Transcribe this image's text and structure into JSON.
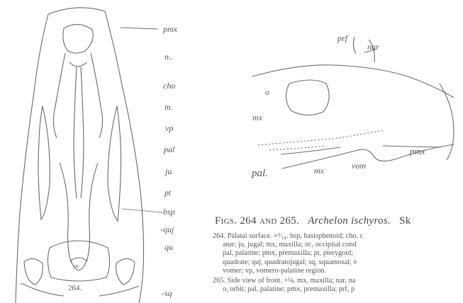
{
  "fig264": {
    "number": "264.",
    "labels": {
      "pmx": "pmx",
      "nar": "n..",
      "cho": "cho",
      "mx": "m.",
      "vp": "vp",
      "pal": "pal",
      "ju": "ju",
      "pt": "pt",
      "bsp": "-bsp",
      "quj": "-quj",
      "qu": "qu",
      "sq": "-sq",
      "oc": "oc"
    }
  },
  "fig265": {
    "labels": {
      "prf": "prf",
      "nar": "nar",
      "o": "o",
      "mx_dotted": "mx",
      "pal": "pal.",
      "mx": "mx",
      "vom": "vom",
      "pmx": "pmx"
    }
  },
  "caption": {
    "prefix": "Figs. 264 and 265.",
    "title": "Archelon ischyros.",
    "suffix": "Sk"
  },
  "legend": {
    "l1": "264. Palatal surface. ×¹⁄₁₈. bsp, basisphenoid; cho, c",
    "l2": "anæ; ju, jugal; mx, maxilla; oc, occipital cond",
    "l3": "pal, palatine; pmx, premaxilla; pt, pterygoid;",
    "l4": "quadrate; quj, quadratojugal; sq, squamosal; v",
    "l5": "vomer; vp, vomero-palatine region.",
    "l6": "265. Side view of front. ×⅛. mx, maxilla; nar, na",
    "l7": "o, orbit; pal, palatine; pmx, premaxilla; prf, p"
  }
}
